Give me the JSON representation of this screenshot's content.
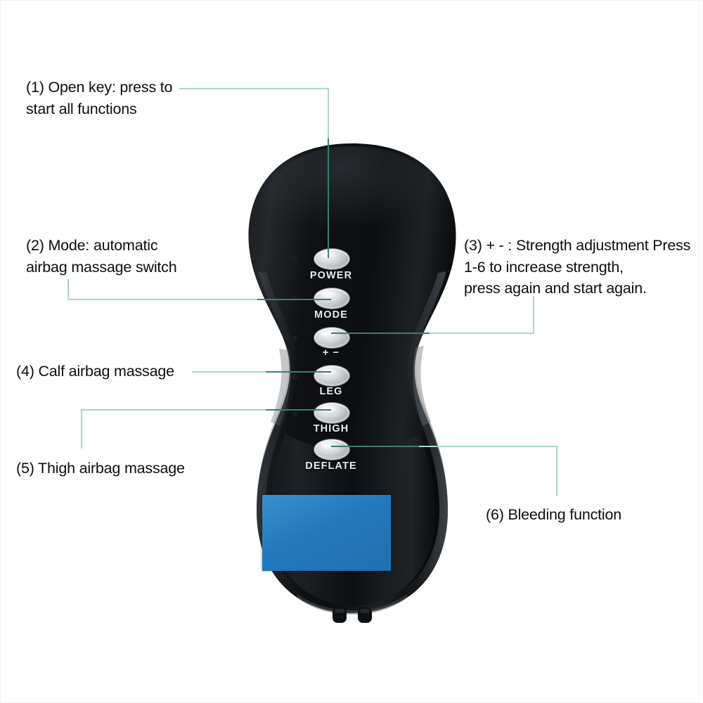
{
  "page": {
    "background_color": "#ffffff",
    "leader_line_color": "#a9d8cd",
    "leader_line_color_on_device": "#3d7d72",
    "text_color": "#0d0d0d"
  },
  "callouts": [
    {
      "id": "1",
      "name": "callout-1-open-key",
      "text": "(1) Open key: press to\nstart all functions",
      "target_button": "POWER"
    },
    {
      "id": "2",
      "name": "callout-2-mode",
      "text": "(2) Mode: automatic\nairbag massage switch",
      "target_button": "MODE"
    },
    {
      "id": "3",
      "name": "callout-3-strength",
      "text": "(3) + - : Strength adjustment Press\n1-6 to increase strength,\npress again and start again.",
      "target_button": "+ −"
    },
    {
      "id": "4",
      "name": "callout-4-calf",
      "text": "(4) Calf airbag massage",
      "target_button": "LEG"
    },
    {
      "id": "5",
      "name": "callout-5-thigh",
      "text": "(5) Thigh airbag massage",
      "target_button": "THIGH"
    },
    {
      "id": "6",
      "name": "callout-6-bleeding",
      "text": "(6) Bleeding function",
      "target_button": "DEFLATE"
    }
  ],
  "device": {
    "name": "air-compression-massager-controller",
    "body_color": "#111315",
    "buttons": [
      {
        "label": "POWER",
        "name": "power-button"
      },
      {
        "label": "MODE",
        "name": "mode-button"
      },
      {
        "label": "+ −",
        "name": "strength-button"
      },
      {
        "label": "LEG",
        "name": "leg-button"
      },
      {
        "label": "THIGH",
        "name": "thigh-button"
      },
      {
        "label": "DEFLATE",
        "name": "deflate-button"
      }
    ],
    "screen": {
      "name": "lcd-screen",
      "color": "#2379bd",
      "content": ""
    }
  }
}
